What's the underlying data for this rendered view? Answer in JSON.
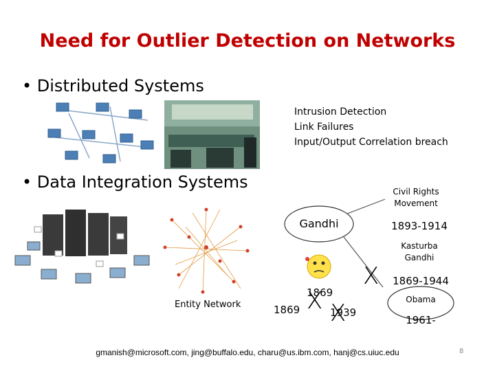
{
  "title": "Need for Outlier Detection on Networks",
  "bullets": {
    "distributed": "• Distributed Systems",
    "integration": "• Data Integration Systems"
  },
  "distributed_issues": [
    "Intrusion Detection",
    "Link Failures",
    "Input/Output Correlation breach"
  ],
  "network": {
    "gandhi": "Gandhi",
    "civil_rights_1": "Civil Rights",
    "civil_rights_2": "Movement",
    "gandhi_years": "1893-1914",
    "kasturba_1": "Kasturba",
    "kasturba_2": "Gandhi",
    "kasturba_years": "1869-1944",
    "obama": "Obama",
    "obama_years": "1961-",
    "year_a": "1869",
    "year_b": "1869",
    "year_c": "1939",
    "x_mark": "X"
  },
  "entity_network_label": "Entity Network",
  "footer": "gmanish@microsoft.com, jing@buffalo.edu, charu@us.ibm.com, hanj@cs.uiuc.edu",
  "page_number": "8"
}
